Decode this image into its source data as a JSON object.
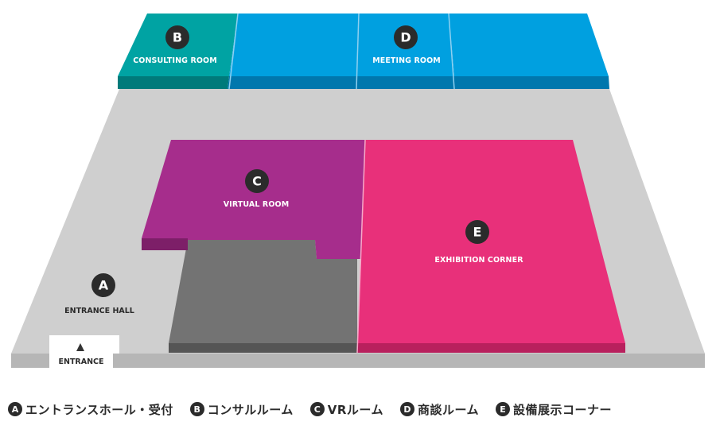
{
  "rooms": {
    "a": {
      "badge": "A",
      "label": "ENTRANCE HALL"
    },
    "b": {
      "badge": "B",
      "label": "CONSULTING ROOM"
    },
    "c": {
      "badge": "C",
      "label": "VIRTUAL ROOM"
    },
    "d": {
      "badge": "D",
      "label": "MEETING ROOM"
    },
    "e": {
      "badge": "E",
      "label": "EXHIBITION CORNER"
    }
  },
  "entrance": {
    "label": "ENTRANCE"
  },
  "legend": [
    {
      "badge": "A",
      "text": "エントランスホール・受付"
    },
    {
      "badge": "B",
      "text": "コンサルルーム"
    },
    {
      "badge": "C",
      "text": "VRルーム"
    },
    {
      "badge": "D",
      "text": "商談ルーム"
    },
    {
      "badge": "E",
      "text": "設備展示コーナー"
    }
  ],
  "colors": {
    "floor": "#cfcfcf",
    "consulting": "#00a3a3",
    "meeting": "#00a0e0",
    "virtual": "#a62d8c",
    "exhibition": "#e8307a",
    "storage": "#737373",
    "badge": "#2b2b2b"
  }
}
